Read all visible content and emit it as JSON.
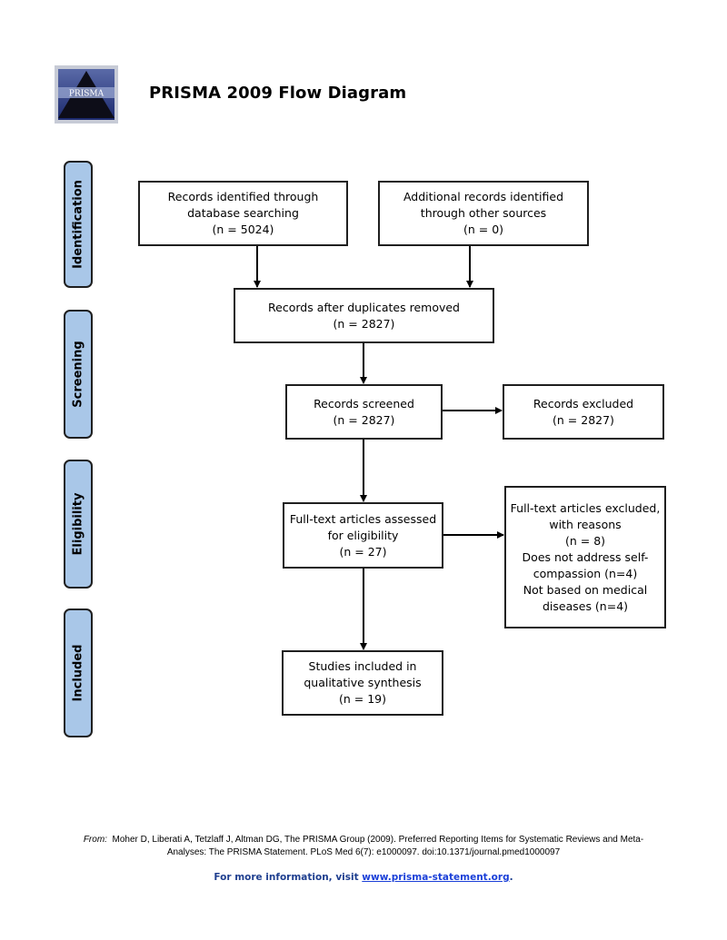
{
  "header": {
    "logo_text": "PRISMA",
    "title": "PRISMA 2009 Flow Diagram"
  },
  "stages": {
    "identification": "Identification",
    "screening": "Screening",
    "eligibility": "Eligibility",
    "included": "Included"
  },
  "boxes": {
    "database": {
      "line1": "Records identified through",
      "line2": "database searching",
      "line3": "(n = 5024)"
    },
    "other_sources": {
      "line1": "Additional records identified",
      "line2": "through other sources",
      "line3": "(n = 0)"
    },
    "duplicates": {
      "line1": "Records after duplicates removed",
      "line2": "(n = 2827)"
    },
    "screened": {
      "line1": "Records screened",
      "line2": "(n = 2827)"
    },
    "excluded": {
      "line1": "Records excluded",
      "line2": "(n = 2827)"
    },
    "fulltext": {
      "line1": "Full-text articles assessed",
      "line2": "for eligibility",
      "line3": "(n = 27)"
    },
    "fulltext_excluded": {
      "line1": "Full-text articles excluded,",
      "line2": "with reasons",
      "line3": "(n = 8)",
      "line4": "Does not address self-",
      "line5": "compassion (n=4)",
      "line6": "Not based on medical",
      "line7": "diseases (n=4)"
    },
    "included": {
      "line1": "Studies included in",
      "line2": "qualitative synthesis",
      "line3": "(n = 19)"
    }
  },
  "footer": {
    "citation_from": "From:",
    "citation_line1": "Moher D, Liberati A, Tetzlaff J, Altman DG, The PRISMA Group (2009). Preferred Reporting Items for Systematic Reviews and Meta-",
    "citation_line2": "Analyses: The PRISMA Statement. PLoS Med 6(7): e1000097. doi:10.1371/journal.pmed1000097",
    "more_info_prefix": "For more information, visit ",
    "more_info_link": "www.prisma-statement.org",
    "more_info_suffix": "."
  },
  "colors": {
    "stage_fill": "#a9c7e8",
    "border": "#1f1f1f",
    "link": "#1a3fd8"
  }
}
